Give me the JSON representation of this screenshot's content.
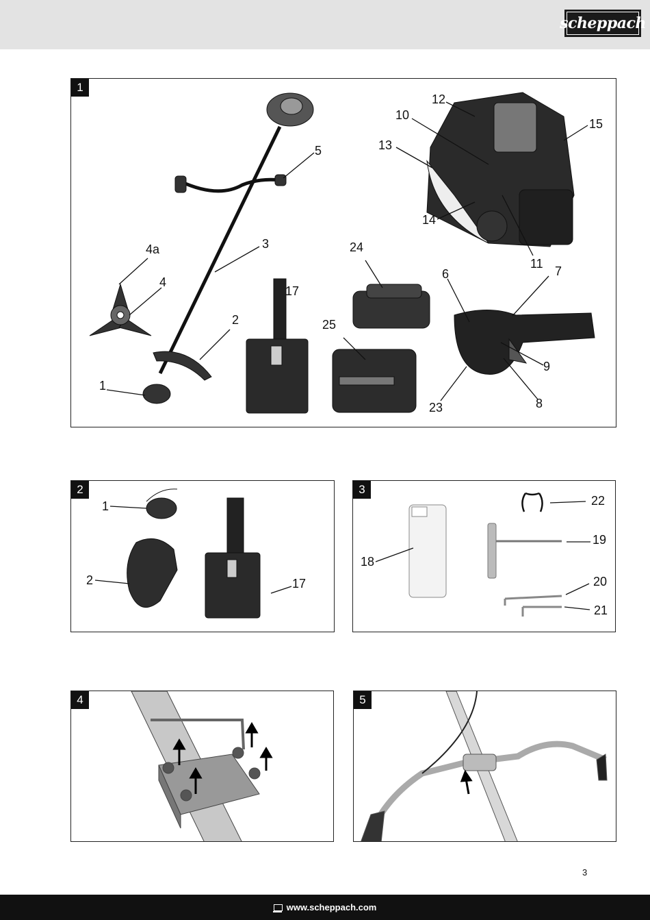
{
  "header": {
    "brand": "scheppach"
  },
  "figures": [
    {
      "number": "1",
      "labels": [
        "1",
        "2",
        "3",
        "4",
        "4a",
        "5",
        "6",
        "7",
        "8",
        "9",
        "10",
        "11",
        "12",
        "13",
        "14",
        "15",
        "17",
        "23",
        "24",
        "25"
      ]
    },
    {
      "number": "2",
      "labels": [
        "1",
        "2",
        "17"
      ]
    },
    {
      "number": "3",
      "labels": [
        "18",
        "19",
        "20",
        "21",
        "22"
      ]
    },
    {
      "number": "4",
      "labels": []
    },
    {
      "number": "5",
      "labels": []
    }
  ],
  "page_number": "3",
  "footer": {
    "website": "www.scheppach.com",
    "icon": "computer-icon"
  }
}
